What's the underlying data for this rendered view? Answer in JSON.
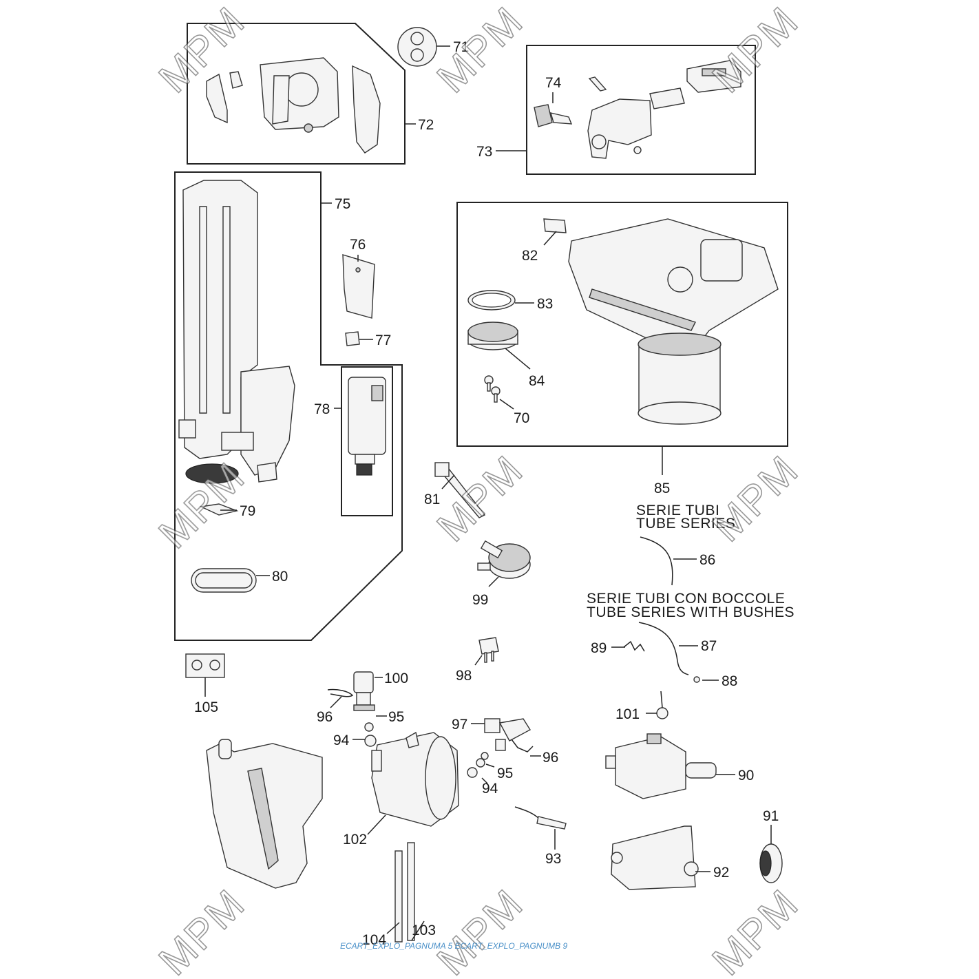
{
  "labels": {
    "l70": "70",
    "l71": "71",
    "l72": "72",
    "l73": "73",
    "l74": "74",
    "l75": "75",
    "l76": "76",
    "l77": "77",
    "l78": "78",
    "l79": "79",
    "l80": "80",
    "l81": "81",
    "l82": "82",
    "l83": "83",
    "l84": "84",
    "l85": "85",
    "l86": "86",
    "l87": "87",
    "l88": "88",
    "l89": "89",
    "l90": "90",
    "l91": "91",
    "l92": "92",
    "l93": "93",
    "l94a": "94",
    "l94b": "94",
    "l95a": "95",
    "l95b": "95",
    "l96a": "96",
    "l96b": "96",
    "l97": "97",
    "l98": "98",
    "l99": "99",
    "l100": "100",
    "l101": "101",
    "l102": "102",
    "l103": "103",
    "l104": "104",
    "l105": "105"
  },
  "captions": {
    "tube_it": "SERIE TUBI",
    "tube_en": "TUBE SERIES",
    "bush_it": "SERIE TUBI CON BOCCOLE",
    "bush_en": "TUBE SERIES WITH BUSHES"
  },
  "watermark": "MPM",
  "footer": "ECART_EXPLO_PAGNUMA 5 ECART_EXPLO_PAGNUMB 9",
  "colors": {
    "footer": "#4a90c8",
    "lines": "#222222"
  }
}
